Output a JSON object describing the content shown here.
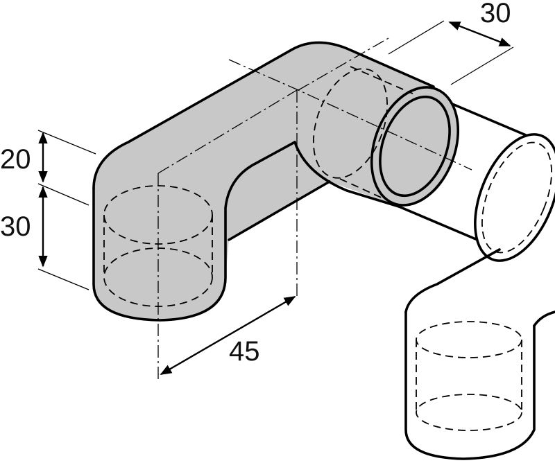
{
  "figure": {
    "fill_color": "#c8c8c8",
    "stroke_color": "#000000",
    "background": "#ffffff"
  },
  "dimensions": {
    "top_diameter": "30",
    "height_upper": "20",
    "height_lower": "30",
    "arm_length": "45"
  }
}
